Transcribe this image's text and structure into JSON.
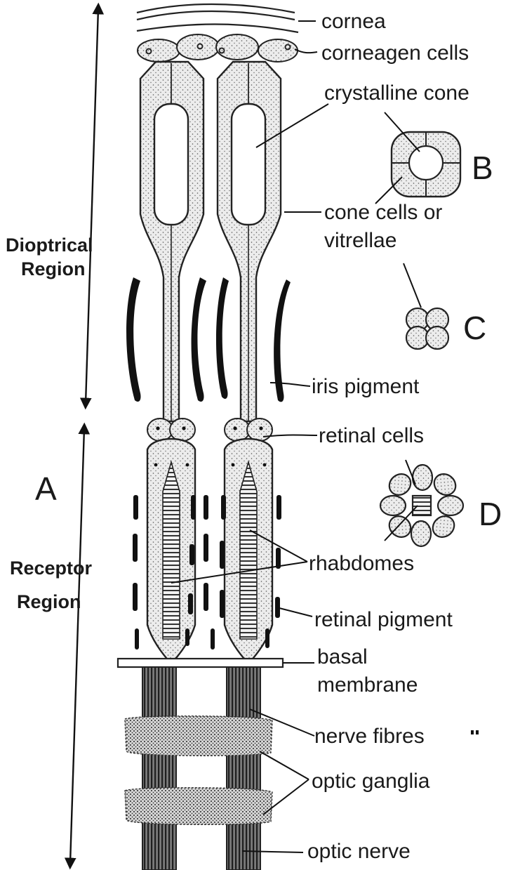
{
  "diagram": {
    "labels": {
      "cornea": "cornea",
      "corneagen": "corneagen cells",
      "crystalline": "crystalline cone",
      "cone_cells_1": "cone cells or",
      "cone_cells_2": "vitrellae",
      "iris": "iris pigment",
      "retinal_cells": "retinal cells",
      "rhabdomes": "rhabdomes",
      "retinal_pigment": "retinal pigment",
      "basal_1": "basal",
      "basal_2": "membrane",
      "nerve_fibres": "nerve fibres",
      "optic_ganglia": "optic ganglia",
      "optic_nerve": "optic nerve"
    },
    "letters": {
      "a": "A",
      "b": "B",
      "c": "C",
      "d": "D"
    },
    "regions": {
      "dioptrical_1": "Dioptrical",
      "dioptrical_2": "Region",
      "receptor_1": "Receptor",
      "receptor_2": "Region"
    }
  }
}
